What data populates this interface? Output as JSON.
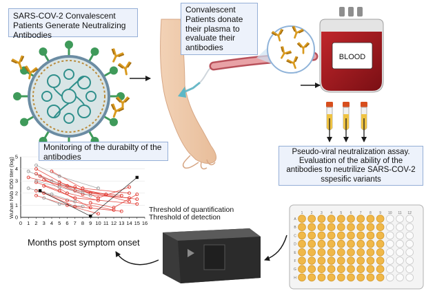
{
  "boxes": {
    "patients": "SARS-COV-2 Convalescent Patients Generate Neutralizing Antibodies",
    "donate": "Convalescent Patients donate their plasma to evaluate their antibodies",
    "monitoring": "Monitoring of the durabilty of the antibodies",
    "assay": "Pseudo-viral neutralization assay. Evaluation of the ability of the antibodies to neutrilize SARS-COV-2 sspesific variants"
  },
  "bag_label": "BLOOD",
  "thresholds": {
    "quantification": "Threshold of quantification",
    "detection": "Threshold of detection"
  },
  "plate": {
    "columns": [
      "1",
      "2",
      "3",
      "4",
      "5",
      "6",
      "7",
      "8",
      "9",
      "10",
      "11",
      "12"
    ],
    "rows": [
      "A",
      "B",
      "C",
      "D",
      "E",
      "F",
      "G",
      "H"
    ]
  },
  "chart_data": {
    "type": "line",
    "xlabel": "Months post symptom onset",
    "ylabel": "Wuhan NAb ID50 titer (log)",
    "xlim": [
      0,
      16
    ],
    "ylim": [
      0,
      5
    ],
    "x_ticks": [
      "0",
      "1",
      "2",
      "3",
      "4",
      "5",
      "6",
      "7",
      "8",
      "9",
      "10",
      "11",
      "12",
      "13",
      "14",
      "15",
      "16"
    ],
    "y_ticks": [
      "0",
      "1",
      "2",
      "3",
      "4",
      "5"
    ],
    "series": [
      {
        "color": "#e0342b",
        "points": [
          [
            2,
            4.0
          ],
          [
            6,
            2.6
          ],
          [
            14,
            1.3
          ]
        ]
      },
      {
        "color": "#e0342b",
        "points": [
          [
            2,
            3.6
          ],
          [
            7,
            2.2
          ],
          [
            13,
            1.8
          ]
        ]
      },
      {
        "color": "#e0342b",
        "points": [
          [
            2.5,
            3.4
          ],
          [
            6,
            2.0
          ],
          [
            10,
            1.4
          ]
        ]
      },
      {
        "color": "#e0342b",
        "points": [
          [
            3,
            3.1
          ],
          [
            8,
            1.9
          ],
          [
            14,
            1.6
          ]
        ]
      },
      {
        "color": "#e0342b",
        "points": [
          [
            2,
            2.9
          ],
          [
            5,
            2.2
          ],
          [
            9,
            0.8
          ]
        ]
      },
      {
        "color": "#e0342b",
        "points": [
          [
            3,
            2.6
          ],
          [
            7,
            1.6
          ],
          [
            15,
            1.1
          ]
        ]
      },
      {
        "color": "#e0342b",
        "points": [
          [
            2,
            2.2
          ],
          [
            6,
            1.4
          ],
          [
            12,
            0.6
          ]
        ]
      },
      {
        "color": "#e0342b",
        "points": [
          [
            4,
            3.8
          ],
          [
            8,
            2.4
          ],
          [
            14,
            2.0
          ]
        ]
      },
      {
        "color": "#e0342b",
        "points": [
          [
            1,
            3.3
          ],
          [
            5,
            2.7
          ],
          [
            11,
            1.9
          ]
        ]
      },
      {
        "color": "#e0342b",
        "points": [
          [
            3,
            2.0
          ],
          [
            7,
            0.9
          ],
          [
            13,
            0.5
          ]
        ]
      },
      {
        "color": "#e0342b",
        "points": [
          [
            5,
            2.9
          ],
          [
            9,
            2.0
          ],
          [
            15,
            1.5
          ]
        ]
      },
      {
        "color": "#e0342b",
        "points": [
          [
            2,
            1.8
          ],
          [
            6,
            1.0
          ],
          [
            10,
            0.3
          ]
        ]
      },
      {
        "color": "#e0342b",
        "points": [
          [
            7,
            2.5
          ],
          [
            10,
            1.6
          ],
          [
            14,
            2.5
          ]
        ]
      },
      {
        "color": "#e0342b",
        "points": [
          [
            9,
            1.2
          ],
          [
            12,
            0.8
          ],
          [
            15,
            1.9
          ]
        ]
      },
      {
        "color": "#9a9a9a",
        "points": [
          [
            1,
            3.8
          ],
          [
            4,
            3.0
          ],
          [
            8,
            2.1
          ]
        ]
      },
      {
        "color": "#9a9a9a",
        "points": [
          [
            2,
            3.0
          ],
          [
            5,
            2.5
          ],
          [
            9,
            1.8
          ]
        ]
      },
      {
        "color": "#9a9a9a",
        "points": [
          [
            1,
            2.4
          ],
          [
            4,
            1.9
          ],
          [
            7,
            1.3
          ]
        ]
      },
      {
        "color": "#9a9a9a",
        "points": [
          [
            2,
            4.3
          ],
          [
            5,
            3.4
          ],
          [
            10,
            2.4
          ]
        ]
      },
      {
        "color": "#9a9a9a",
        "points": [
          [
            3,
            1.6
          ],
          [
            5,
            1.1
          ],
          [
            8,
            0.9
          ]
        ]
      },
      {
        "color": "#111111",
        "points": [
          [
            2.5,
            2.2
          ],
          [
            9,
            0.1
          ],
          [
            15,
            3.3
          ]
        ]
      }
    ]
  }
}
